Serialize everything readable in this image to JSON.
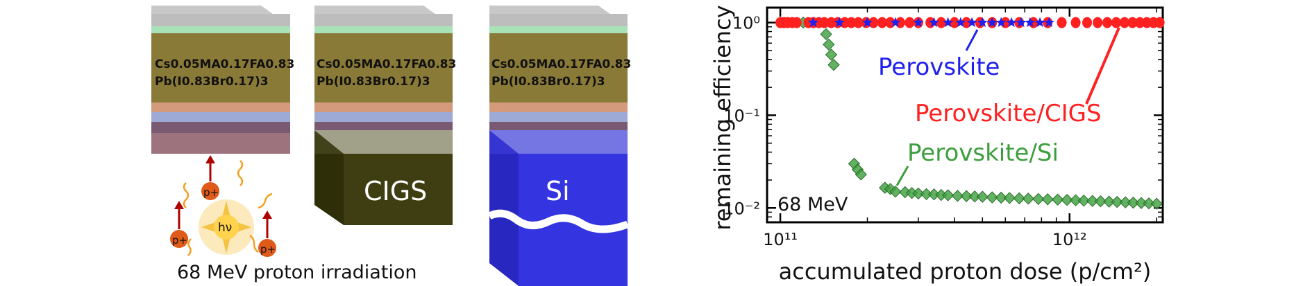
{
  "figure": {
    "cells": {
      "composition_line1": "Cs0.05MA0.17FA0.83",
      "composition_line2": "Pb(I0.83Br0.17)3",
      "cigs_label": "CIGS",
      "si_label": "Si",
      "photon_label": "hν",
      "proton_label": "p+",
      "caption": "68 MeV proton irradiation"
    },
    "colors": {
      "glass": "#c8c8c8",
      "perovskite": "#8a7a38",
      "cigs": "#3e3e12",
      "si": "#3434e0",
      "proton": "#e05a1a",
      "photon": "#f5c242"
    }
  },
  "chart_data": {
    "type": "scatter",
    "xlabel": "accumulated proton dose (p/cm²)",
    "ylabel": "remaining efficiency",
    "xscale": "log",
    "yscale": "log",
    "xlim": [
      90000000000.0,
      2100000000000.0
    ],
    "ylim": [
      0.007,
      1.45
    ],
    "xticks": [
      {
        "value": 100000000000.0,
        "label": "10¹¹"
      },
      {
        "value": 1000000000000.0,
        "label": "10¹²"
      }
    ],
    "yticks": [
      {
        "value": 1,
        "label": "10⁰"
      },
      {
        "value": 0.1,
        "label": "10⁻¹"
      },
      {
        "value": 0.01,
        "label": "10⁻²"
      }
    ],
    "annotation": "68 MeV",
    "series": [
      {
        "name": "Perovskite/CIGS",
        "color": "#ff2020",
        "marker": "circle",
        "x": [
          100000000000.0,
          103000000000.0,
          106000000000.0,
          110000000000.0,
          114000000000.0,
          125000000000.0,
          130000000000.0,
          136000000000.0,
          142000000000.0,
          150000000000.0,
          158000000000.0,
          167000000000.0,
          176000000000.0,
          186000000000.0,
          198000000000.0,
          210000000000.0,
          225000000000.0,
          240000000000.0,
          260000000000.0,
          280000000000.0,
          300000000000.0,
          330000000000.0,
          360000000000.0,
          400000000000.0,
          440000000000.0,
          490000000000.0,
          540000000000.0,
          600000000000.0,
          670000000000.0,
          750000000000.0,
          840000000000.0,
          940000000000.0,
          1050000000000.0,
          1150000000000.0,
          1250000000000.0,
          1350000000000.0,
          1450000000000.0,
          1550000000000.0,
          1650000000000.0,
          1750000000000.0,
          1850000000000.0,
          1950000000000.0,
          2050000000000.0
        ],
        "y": [
          1,
          1,
          1,
          1,
          1,
          1,
          1,
          1,
          1,
          1,
          1,
          1,
          1,
          1,
          1,
          1,
          1,
          1,
          1,
          1,
          1,
          1,
          1,
          1,
          1,
          1,
          1,
          1,
          1,
          1,
          1,
          1,
          1,
          1,
          1,
          1,
          1,
          1,
          1,
          1,
          1,
          1,
          1
        ]
      },
      {
        "name": "Perovskite",
        "color": "#2020ee",
        "marker": "star",
        "x": [
          130000000000.0,
          160000000000.0,
          200000000000.0,
          250000000000.0,
          300000000000.0,
          340000000000.0,
          380000000000.0,
          420000000000.0,
          460000000000.0,
          500000000000.0,
          540000000000.0,
          580000000000.0,
          630000000000.0,
          680000000000.0,
          730000000000.0,
          790000000000.0,
          850000000000.0
        ],
        "y": [
          1,
          1,
          1,
          1,
          1,
          1,
          1,
          1,
          1,
          1,
          1,
          1,
          1,
          1,
          1,
          1,
          1
        ]
      },
      {
        "name": "Perovskite/Si",
        "color": "#3c9e3c",
        "marker": "diamond",
        "x": [
          120000000000.0,
          144000000000.0,
          147000000000.0,
          150000000000.0,
          153000000000.0,
          180000000000.0,
          185000000000.0,
          190000000000.0,
          230000000000.0,
          240000000000.0,
          250000000000.0,
          270000000000.0,
          285000000000.0,
          300000000000.0,
          320000000000.0,
          340000000000.0,
          360000000000.0,
          380000000000.0,
          410000000000.0,
          440000000000.0,
          470000000000.0,
          500000000000.0,
          540000000000.0,
          580000000000.0,
          620000000000.0,
          670000000000.0,
          720000000000.0,
          780000000000.0,
          840000000000.0,
          910000000000.0,
          980000000000.0,
          1050000000000.0,
          1120000000000.0,
          1200000000000.0,
          1280000000000.0,
          1370000000000.0,
          1460000000000.0,
          1560000000000.0,
          1660000000000.0,
          1770000000000.0,
          1880000000000.0,
          2000000000000.0
        ],
        "y": [
          1.0,
          0.75,
          0.58,
          0.45,
          0.35,
          0.03,
          0.026,
          0.023,
          0.0165,
          0.016,
          0.015,
          0.0148,
          0.0145,
          0.0143,
          0.0141,
          0.014,
          0.0138,
          0.0137,
          0.0135,
          0.0134,
          0.0133,
          0.0132,
          0.013,
          0.0129,
          0.0128,
          0.0127,
          0.0126,
          0.0125,
          0.0124,
          0.0123,
          0.0122,
          0.0121,
          0.012,
          0.0119,
          0.0118,
          0.0117,
          0.0116,
          0.0115,
          0.0114,
          0.0113,
          0.0112,
          0.0111
        ]
      }
    ]
  }
}
